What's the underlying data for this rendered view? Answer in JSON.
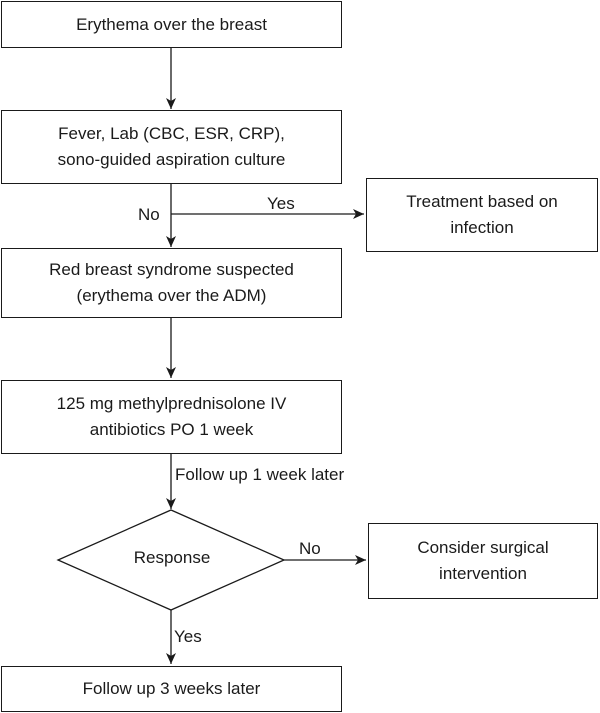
{
  "nodes": {
    "erythema": {
      "text": "Erythema over the breast"
    },
    "workup": {
      "line1": "Fever, Lab (CBC, ESR, CRP),",
      "line2": "sono-guided aspiration culture"
    },
    "treatment": {
      "line1": "Treatment based on",
      "line2": "infection"
    },
    "red_breast": {
      "line1": "Red breast syndrome suspected",
      "line2": "(erythema over the ADM)"
    },
    "steroid": {
      "line1": "125 mg methylprednisolone IV",
      "line2": "antibiotics PO 1 week"
    },
    "response": {
      "text": "Response"
    },
    "surgical": {
      "line1": "Consider surgical",
      "line2": "intervention"
    },
    "followup3": {
      "text": "Follow up 3 weeks later"
    }
  },
  "edge_labels": {
    "no_infection": "No",
    "yes_infection": "Yes",
    "followup1": "Follow up 1 week later",
    "no_response": "No",
    "yes_response": "Yes"
  }
}
